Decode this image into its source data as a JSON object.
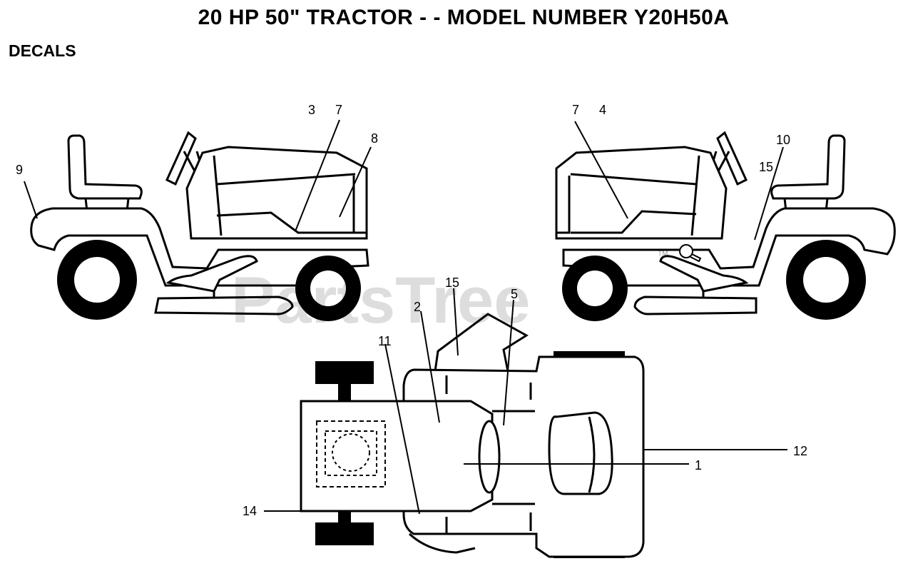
{
  "header": {
    "title": "20 HP 50\" TRACTOR - - MODEL NUMBER Y20H50A",
    "section": "DECALS"
  },
  "watermark": {
    "text": "PartsTree",
    "mark": "TM"
  },
  "callouts": {
    "left_view": {
      "c3": "3",
      "c7": "7",
      "c8": "8",
      "c9": "9"
    },
    "right_view": {
      "c7": "7",
      "c4": "4",
      "c10": "10",
      "c15": "15"
    },
    "top_view": {
      "c15": "15",
      "c2": "2",
      "c5": "5",
      "c11": "11",
      "c12": "12",
      "c1": "1",
      "c14": "14"
    }
  }
}
